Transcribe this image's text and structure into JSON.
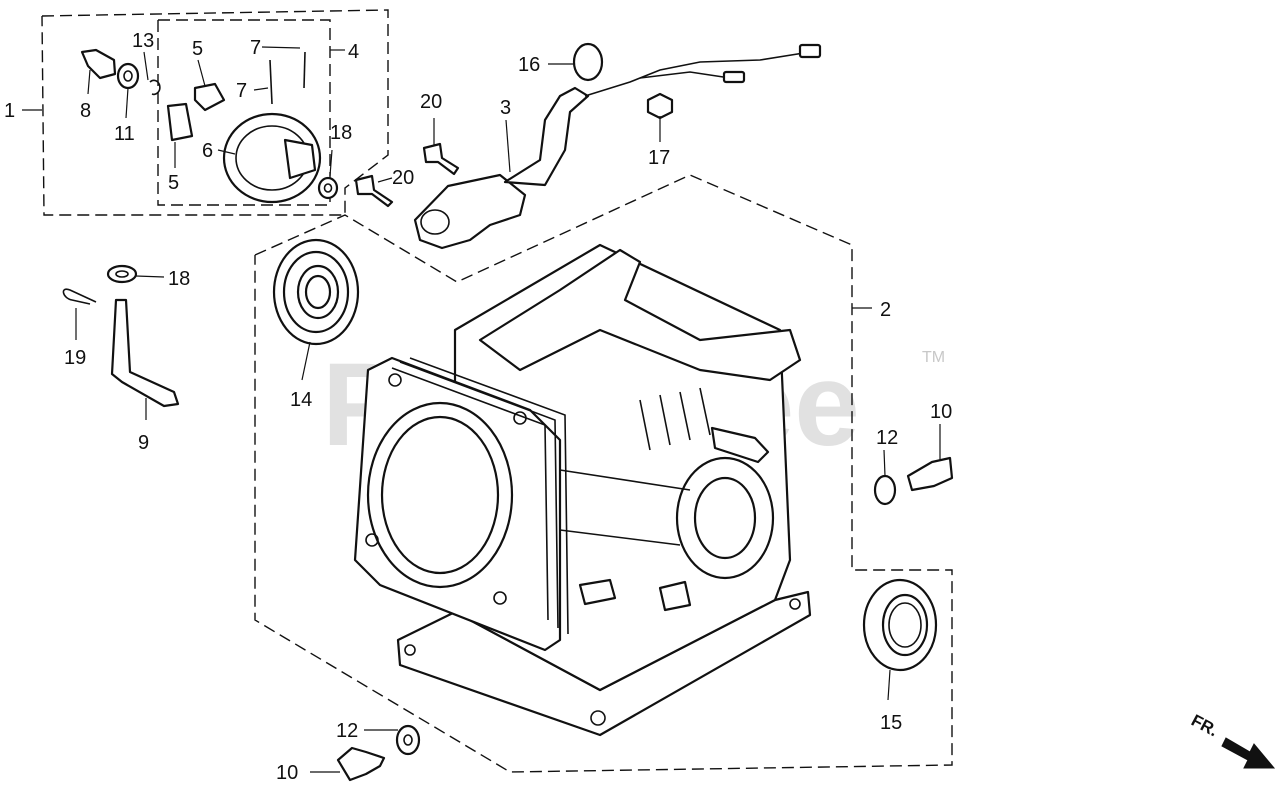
{
  "watermark": {
    "text": "PartsTree",
    "tm": "TM"
  },
  "direction": {
    "label": "FR."
  },
  "callouts": [
    {
      "id": "c1",
      "label": "1"
    },
    {
      "id": "c2",
      "label": "2"
    },
    {
      "id": "c3",
      "label": "3"
    },
    {
      "id": "c4",
      "label": "4"
    },
    {
      "id": "c5a",
      "label": "5"
    },
    {
      "id": "c5b",
      "label": "5"
    },
    {
      "id": "c6",
      "label": "6"
    },
    {
      "id": "c7a",
      "label": "7"
    },
    {
      "id": "c7b",
      "label": "7"
    },
    {
      "id": "c8",
      "label": "8"
    },
    {
      "id": "c9",
      "label": "9"
    },
    {
      "id": "c10a",
      "label": "10"
    },
    {
      "id": "c10b",
      "label": "10"
    },
    {
      "id": "c11",
      "label": "11"
    },
    {
      "id": "c12a",
      "label": "12"
    },
    {
      "id": "c12b",
      "label": "12"
    },
    {
      "id": "c13",
      "label": "13"
    },
    {
      "id": "c14",
      "label": "14"
    },
    {
      "id": "c15",
      "label": "15"
    },
    {
      "id": "c16",
      "label": "16"
    },
    {
      "id": "c17",
      "label": "17"
    },
    {
      "id": "c18a",
      "label": "18"
    },
    {
      "id": "c18b",
      "label": "18"
    },
    {
      "id": "c19",
      "label": "19"
    },
    {
      "id": "c20a",
      "label": "20"
    },
    {
      "id": "c20b",
      "label": "20"
    }
  ]
}
